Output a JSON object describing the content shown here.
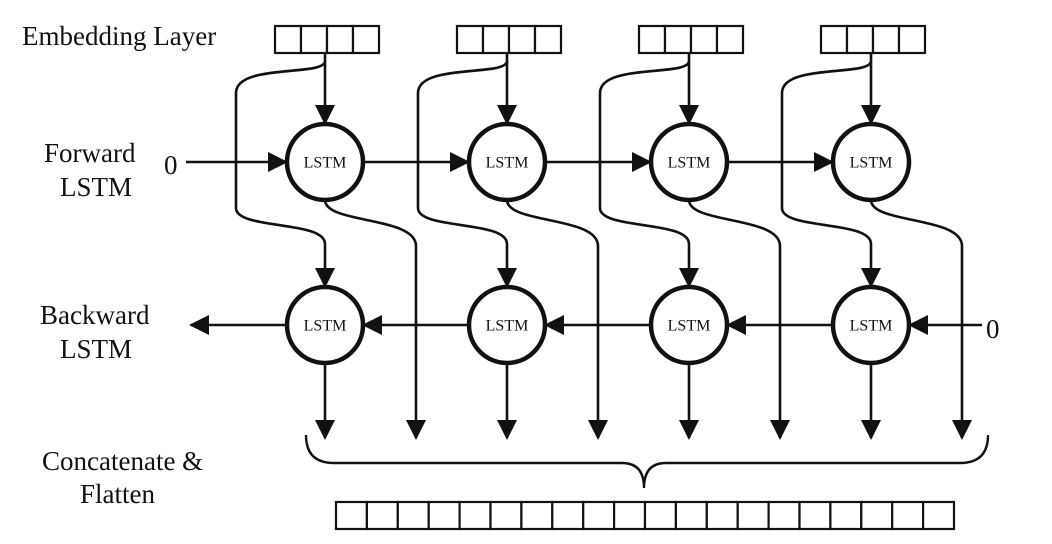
{
  "labels": {
    "embedding": "Embedding Layer",
    "forward_1": "Forward",
    "forward_2": "LSTM",
    "backward_1": "Backward",
    "backward_2": "LSTM",
    "concat_1": "Concatenate &",
    "concat_2": "Flatten"
  },
  "node_label": "LSTM",
  "initial_state": "0",
  "steps": 4,
  "embedding_cells": 4,
  "output_cells": 20,
  "colors": {
    "stroke": "#111111",
    "fill": "#ffffff"
  }
}
